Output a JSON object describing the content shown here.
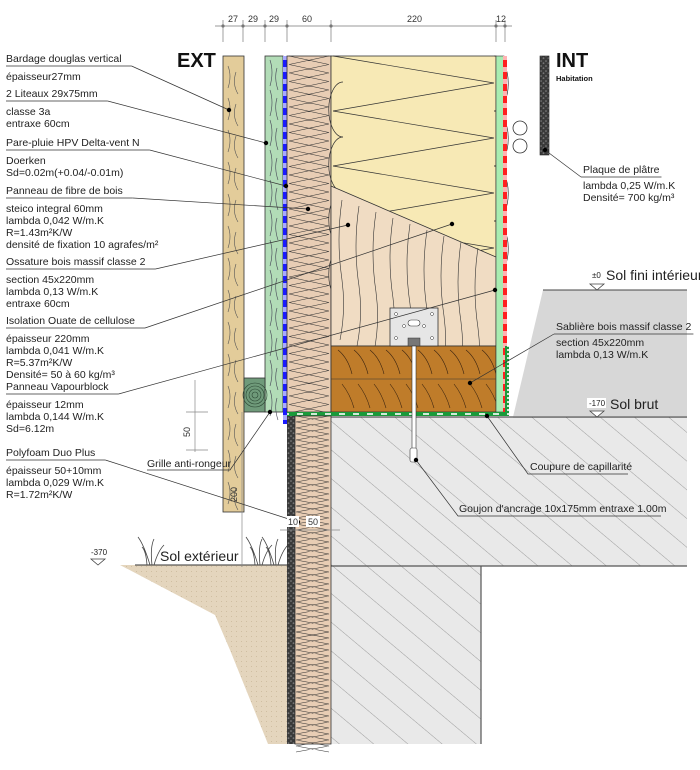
{
  "zones": {
    "exterior_label": "EXT",
    "interior_label": "INT",
    "interior_sublabel": "Habitation"
  },
  "dimensions_top": [
    "27",
    "29",
    "29",
    "60",
    "220",
    "12"
  ],
  "dimensions_other": {
    "grille_height": "50",
    "base_height": "200",
    "foam_a": "10",
    "foam_b": "50"
  },
  "levels": {
    "floor_finish": {
      "value": "±0",
      "label": "Sol fini intérieur"
    },
    "raw_floor": {
      "value": "-170",
      "label": "Sol brut"
    },
    "exterior_ground": {
      "value": "-370",
      "label": "Sol extérieur"
    }
  },
  "left_labels": [
    {
      "title": "Bardage douglas vertical",
      "lines": [
        "épaisseur27mm"
      ]
    },
    {
      "title": "2 Liteaux 29x75mm",
      "lines": [
        "classe 3a",
        "entraxe 60cm"
      ]
    },
    {
      "title": "Pare-pluie HPV Delta-vent N",
      "lines": [
        "Doerken",
        "Sd=0.02m(+0.04/-0.01m)"
      ]
    },
    {
      "title": "Panneau de fibre de bois",
      "lines": [
        "steico integral 60mm",
        "lambda 0,042 W/m.K",
        "R=1.43m²K/W",
        "densité de fixation 10 agrafes/m²"
      ]
    },
    {
      "title": "Ossature bois massif classe 2",
      "lines": [
        "section 45x220mm",
        "lambda 0,13 W/m.K",
        "entraxe 60cm"
      ]
    },
    {
      "title": "Isolation Ouate de cellulose",
      "lines": [
        "épaisseur 220mm",
        "lambda 0,041 W/m.K",
        "R=5.37m²K/W",
        "Densité= 50 à 60 kg/m³"
      ]
    },
    {
      "title": "Panneau Vapourblock",
      "lines": [
        "épaisseur 12mm",
        "lambda 0,144 W/m.K",
        "Sd=6.12m"
      ]
    },
    {
      "title": "Polyfoam Duo Plus",
      "lines": [
        "épaisseur 50+10mm",
        "lambda 0,029 W/m.K",
        "R=1.72m²K/W"
      ]
    }
  ],
  "right_labels": [
    {
      "title": "Plaque de plâtre",
      "lines": [
        "lambda 0,25 W/m.K",
        "Densité= 700 kg/m³"
      ]
    },
    {
      "title": "Sablière bois massif classe 2",
      "lines": [
        "section 45x220mm",
        "lambda 0,13 W/m.K"
      ]
    }
  ],
  "callouts": {
    "grille": "Grille anti-rongeur",
    "capillary": "Coupure de capillarité",
    "anchor": "Goujon d'ancrage 10x175mm entraxe 1.00m"
  },
  "colors": {
    "cladding": "#e3cc9a",
    "batten": "#b2dcb7",
    "membrane": "#1a1aff",
    "fibre": "#e8cdb4",
    "cellulose": "#f7e9b5",
    "stud": "#f0dcc3",
    "sill": "#bf7c2a",
    "vapour_green": "#a9ecb1",
    "vapour_red": "#ff2020",
    "concrete": "#e8e8e8",
    "slab": "#d7d7d7",
    "soil": "#e4d5bd",
    "capillary": "#1a9a3a"
  }
}
